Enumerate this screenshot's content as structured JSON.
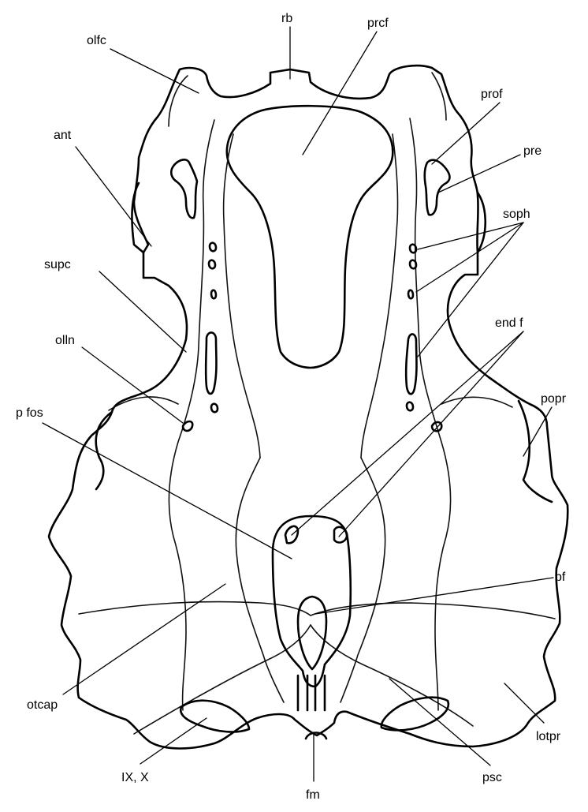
{
  "labels": {
    "rb": "rb",
    "prcf": "prcf",
    "olfc": "olfc",
    "prof": "prof",
    "ant": "ant",
    "pre": "pre",
    "soph": "soph",
    "supc": "supc",
    "end_f": "end f",
    "olln": "olln",
    "popr": "popr",
    "p_fos": "p fos",
    "pf": "pf",
    "otcap": "otcap",
    "lotpr": "lotpr",
    "ix_x": "IX, X",
    "fm": "fm",
    "psc": "psc"
  }
}
